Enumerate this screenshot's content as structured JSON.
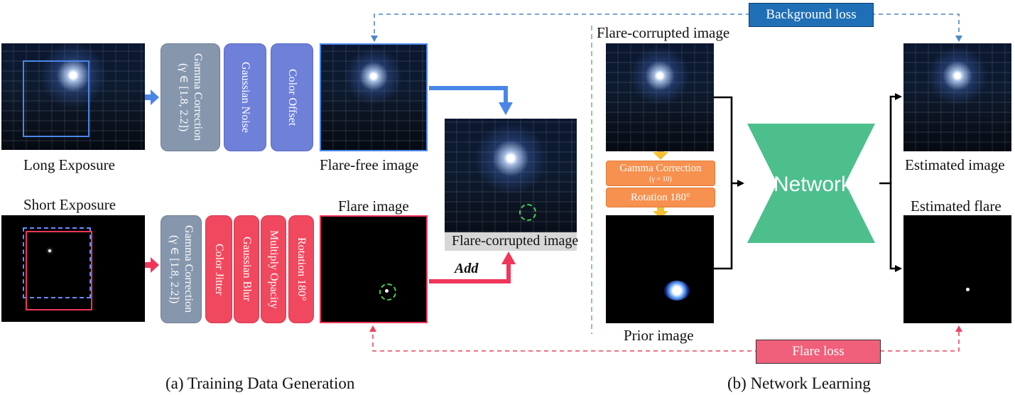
{
  "training": {
    "long_exposure": "Long Exposure",
    "short_exposure": "Short Exposure",
    "flare_free_image": "Flare-free image",
    "flare_image": "Flare image",
    "flare_corrupted_image": "Flare-corrupted image",
    "add": "Add",
    "long_ops": [
      "Gamma Correction\n(γ ∈ [1.8, 2.2])",
      "Gaussian Noise",
      "Color Offset"
    ],
    "short_ops": [
      "Gamma Correction\n(γ ∈ [1.8, 2.2])",
      "Color Jitter",
      "Gaussian Blur",
      "Multiply Opacity",
      "Rotation 180°"
    ],
    "caption": "(a) Training Data Generation"
  },
  "network": {
    "flare_corrupted_image": "Flare-corrupted image",
    "gamma_correction": "Gamma Correction",
    "gamma_value": "(γ = 10)",
    "rotation": "Rotation 180°",
    "prior_image": "Prior image",
    "network_label": "Network",
    "estimated_image": "Estimated image",
    "estimated_flare": "Estimated flare",
    "background_loss": "Background loss",
    "flare_loss": "Flare loss",
    "caption": "(b) Network Learning"
  },
  "colors": {
    "blue_arrow": "#4a86e8",
    "red_arrow": "#f0365a",
    "network": "#4cbf8c",
    "background_loss": "#1f6fb6",
    "flare_loss": "#f0607a",
    "separator": "#5cb85c"
  }
}
